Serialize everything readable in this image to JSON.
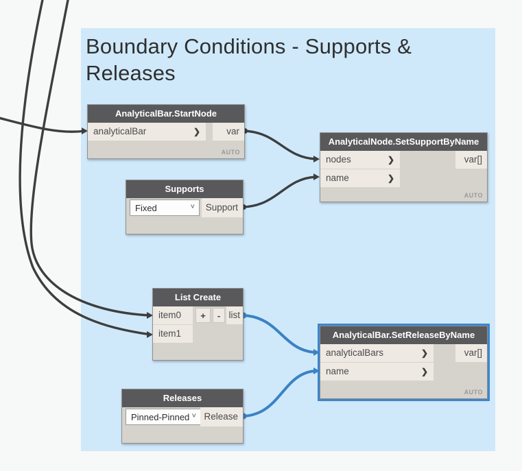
{
  "group": {
    "title": "Boundary Conditions - Supports & Releases",
    "background": "#cfe9fa"
  },
  "icons": {
    "chevron_right": "❯",
    "chevron_down": "˅"
  },
  "wire_colors": {
    "data_wire": "#3e3e3e",
    "selected_wire": "#3a82c4"
  },
  "nodes": {
    "start_node": {
      "title": "AnalyticalBar.StartNode",
      "inputs": [
        "analyticalBar"
      ],
      "outputs": [
        "var"
      ],
      "badge": "AUTO"
    },
    "supports": {
      "title": "Supports",
      "dropdown_value": "Fixed",
      "outputs": [
        "Support"
      ]
    },
    "set_support_by_name": {
      "title": "AnalyticalNode.SetSupportByName",
      "inputs": [
        "nodes",
        "name"
      ],
      "outputs": [
        "var[]"
      ],
      "badge": "AUTO"
    },
    "list_create": {
      "title": "List Create",
      "inputs": [
        "item0",
        "item1"
      ],
      "add_button": "+",
      "remove_button": "-",
      "outputs": [
        "list"
      ]
    },
    "set_release_by_name": {
      "title": "AnalyticalBar.SetReleaseByName",
      "inputs": [
        "analyticalBars",
        "name"
      ],
      "outputs": [
        "var[]"
      ],
      "badge": "AUTO"
    },
    "releases": {
      "title": "Releases",
      "dropdown_value": "Pinned-Pinned",
      "outputs": [
        "Release"
      ]
    }
  }
}
